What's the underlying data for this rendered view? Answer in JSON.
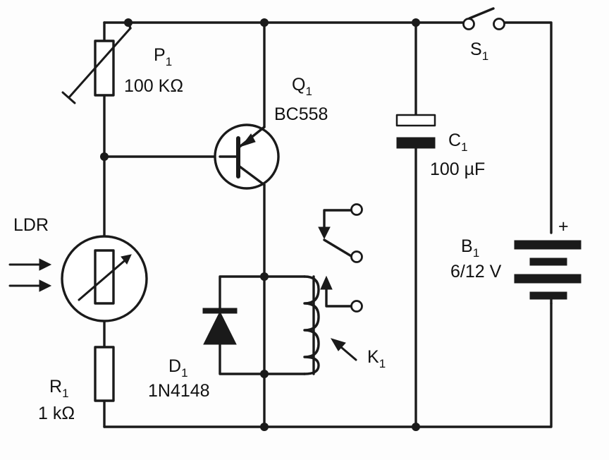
{
  "components": {
    "p1": {
      "ref": "P",
      "ref_sub": "1",
      "value": "100 KΩ"
    },
    "q1": {
      "ref": "Q",
      "ref_sub": "1",
      "value": "BC558"
    },
    "c1": {
      "ref": "C",
      "ref_sub": "1",
      "value": "100 µF"
    },
    "s1": {
      "ref": "S",
      "ref_sub": "1"
    },
    "ldr": {
      "ref": "LDR"
    },
    "b1": {
      "ref": "B",
      "ref_sub": "1",
      "value": "6/12 V",
      "polarity": "+"
    },
    "r1": {
      "ref": "R",
      "ref_sub": "1",
      "value": "1 kΩ"
    },
    "d1": {
      "ref": "D",
      "ref_sub": "1",
      "value": "1N4148"
    },
    "k1": {
      "ref": "K",
      "ref_sub": "1"
    }
  },
  "colors": {
    "ink": "#1a1a1a",
    "paper": "#fdfdfd"
  }
}
